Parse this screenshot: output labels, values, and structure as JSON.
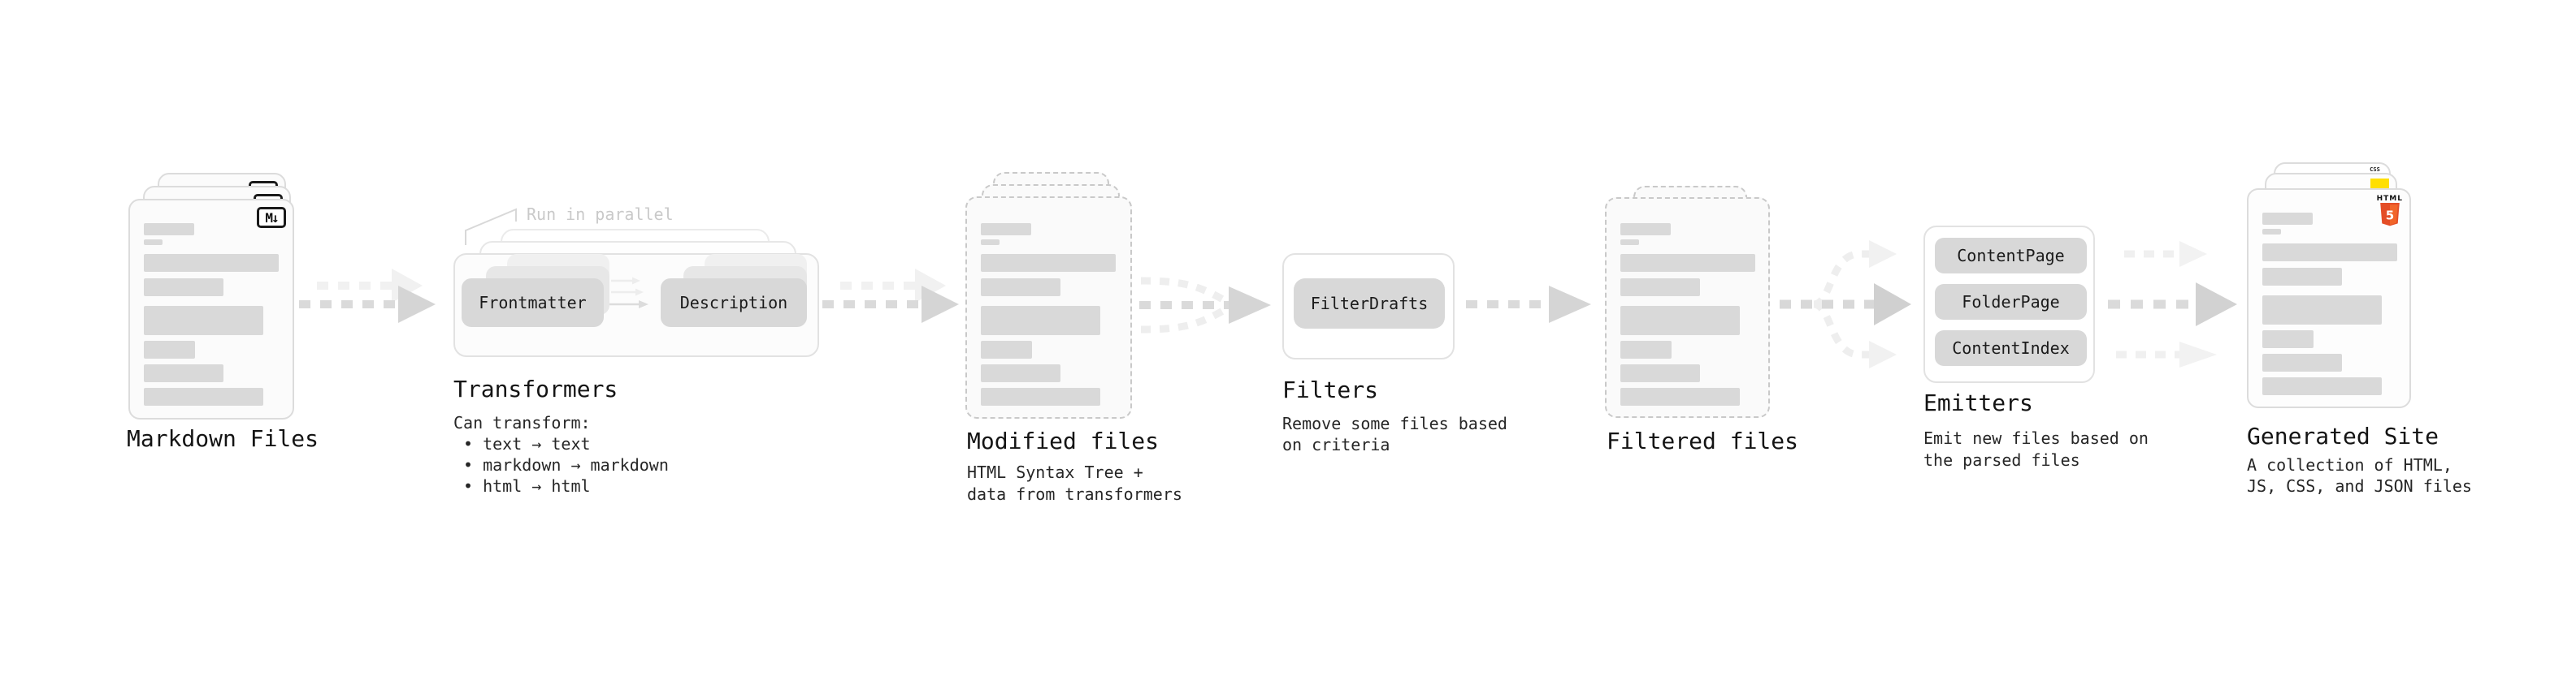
{
  "diagram": {
    "stages": {
      "markdown_files": {
        "label": "Markdown Files",
        "file_icon_text": "M↓"
      },
      "transformers": {
        "heading": "Transformers",
        "parallel_note": "Run in parallel",
        "buttons": [
          "Frontmatter",
          "Description"
        ],
        "desc_title": "Can transform:",
        "desc_bullets": [
          "• text → text",
          "• markdown → markdown",
          "• html → html"
        ]
      },
      "modified_files": {
        "label": "Modified files",
        "desc_lines": [
          "HTML Syntax Tree +",
          "data from transformers"
        ]
      },
      "filters": {
        "heading": "Filters",
        "buttons": [
          "FilterDrafts"
        ],
        "desc_lines": [
          "Remove some files based",
          "on criteria"
        ]
      },
      "filtered_files": {
        "label": "Filtered files"
      },
      "emitters": {
        "heading": "Emitters",
        "buttons": [
          "ContentPage",
          "FolderPage",
          "ContentIndex"
        ],
        "desc_lines": [
          "Emit new files based on",
          "the parsed files"
        ]
      },
      "generated_site": {
        "label": "Generated Site",
        "desc_lines": [
          "A collection of HTML,",
          "JS, CSS, and JSON files"
        ],
        "file_icons": {
          "html5_wordmark": "HTML",
          "html5_number": "5",
          "css_label": "CSS"
        }
      }
    },
    "colors": {
      "background": "#ffffff",
      "card_border": "#dcdcdc",
      "dashed_border": "#c9c9c9",
      "bar_fill": "#d9d9d9",
      "button_fill": "#d8d8d8",
      "arrow_dark": "#d5d5d5",
      "arrow_light": "#f1f1f1",
      "note_text": "#c9c9c9",
      "heading_text": "#141414",
      "html5_orange": "#e44d26",
      "html5_orange_light": "#f16529",
      "js_yellow": "#ffdf00",
      "css_blue": "#2d63f1"
    }
  }
}
